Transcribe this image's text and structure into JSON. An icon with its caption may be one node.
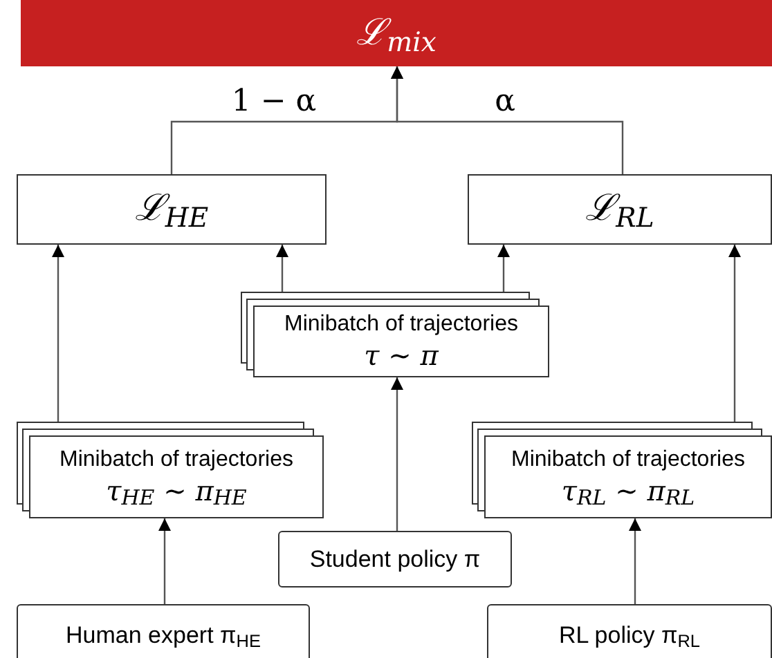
{
  "diagram": {
    "nodes": [
      {
        "text": [
          "ℒ$_{mix}$"
        ]
      },
      {
        "text": [
          "ℒ$_{HE}$"
        ]
      },
      {
        "text": [
          "ℒ$_{RL}$"
        ]
      },
      {
        "text": [
          "Minibatch of trajectories",
          "τ ∼ π"
        ]
      },
      {
        "text": [
          "Minibatch of trajectories",
          "τ$_{HE}$ ∼ π$_{HE}$"
        ]
      },
      {
        "text": [
          "Minibatch of trajectories",
          "τ$_{RL}$ ∼ π$_{RL}$"
        ]
      },
      {
        "text": [
          "Student policy π"
        ]
      },
      {
        "text": [
          "Human expert π$_{HE}$"
        ]
      },
      {
        "text": [
          "RL policy π$_{RL}$"
        ]
      }
    ],
    "edges": [
      {
        "from": 1,
        "to": 0,
        "arrow": "to",
        "label": "1 − α"
      },
      {
        "from": 2,
        "to": 0,
        "arrow": "to",
        "label": "α"
      },
      {
        "from": 4,
        "to": 1,
        "arrow": "to"
      },
      {
        "from": 3,
        "to": 1,
        "arrow": "to"
      },
      {
        "from": 3,
        "to": 2,
        "arrow": "to"
      },
      {
        "from": 5,
        "to": 2,
        "arrow": "to"
      },
      {
        "from": 6,
        "to": 3,
        "arrow": "to"
      },
      {
        "from": 7,
        "to": 4,
        "arrow": "to"
      },
      {
        "from": 8,
        "to": 5,
        "arrow": "to"
      }
    ]
  }
}
